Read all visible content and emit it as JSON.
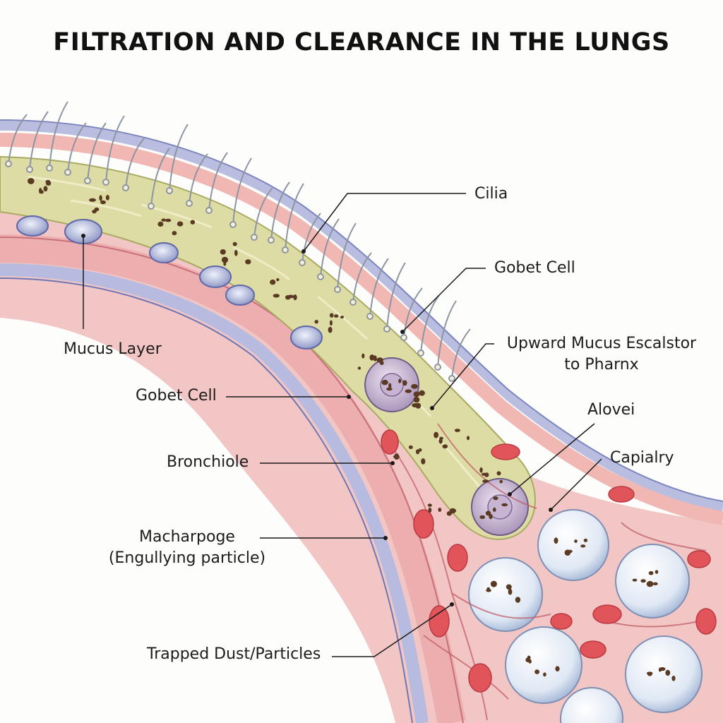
{
  "title": "FILTRATION AND CLEARANCE IN THE LUNGS",
  "labels": {
    "cilia": "Cilia",
    "goblet_cell_right": "Gobet Cell",
    "mucus_escalator_line1": "Upward Mucus Escalstor",
    "mucus_escalator_line2": "to Pharnx",
    "alveoli": "Alovei",
    "capillary": "Capialry",
    "mucus_layer": "Mucus Layer",
    "goblet_cell_left": "Gobet Cell",
    "bronchiole": "Bronchiole",
    "macrophage_line1": "Macharpoge",
    "macrophage_line2": "(Engullying particle)",
    "trapped_dust": "Trapped Dust/Particles"
  },
  "colors": {
    "mucus": "#dcdca4",
    "wall": "#e9a8a8",
    "outer_band": "#b9bde0",
    "rbc": "#e0545a",
    "alveolus": "#dfe8f4",
    "particle": "#5a3a22"
  }
}
